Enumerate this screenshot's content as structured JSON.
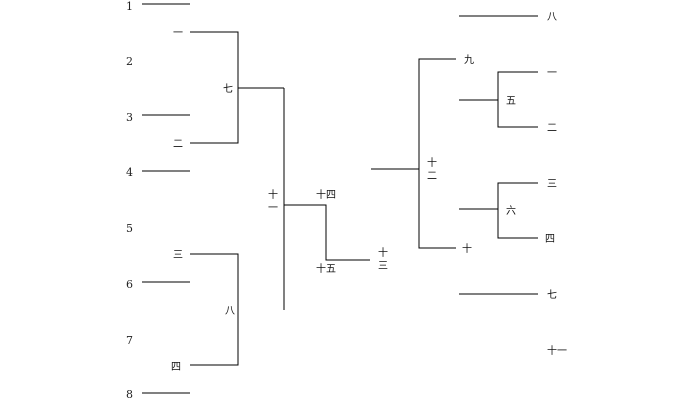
{
  "seed_numbers": [
    "1",
    "2",
    "3",
    "4",
    "5",
    "6",
    "7",
    "8"
  ],
  "left_bracket": {
    "r1_upper_top": "一",
    "r1_upper_bottom": "二",
    "r1_upper_winner": "七",
    "r1_lower_top": "三",
    "r1_lower_bottom": "四",
    "r1_lower_winner": "八",
    "semifinal_top": "十",
    "semifinal_bottom": "一",
    "sf_branch_upper": "十四",
    "sf_branch_lower": "十五",
    "final_top": "十",
    "final_bottom": "三"
  },
  "right_bracket": {
    "top_bye": "八",
    "upper_group_top": "九",
    "upper_pair_top": "一",
    "upper_pair_winner": "五",
    "upper_pair_bottom": "二",
    "center_top": "十",
    "center_bottom": "二",
    "lower_pair_top": "三",
    "lower_pair_winner": "六",
    "lower_pair_bottom": "四",
    "lower_group_bottom": "十",
    "bottom_bye": "七",
    "extra_label": "十一"
  }
}
